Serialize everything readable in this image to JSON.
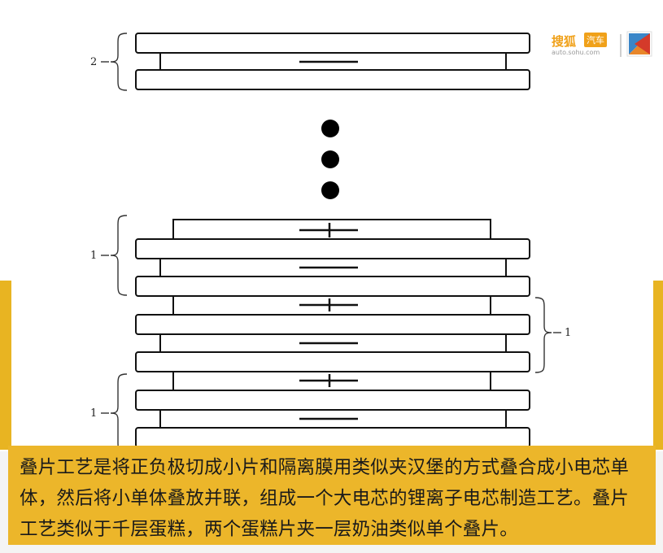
{
  "diagram": {
    "labels": {
      "top_group": "2",
      "group_a": "1",
      "group_b": "1",
      "group_c": "1"
    },
    "symbols": {
      "minus": "—",
      "plus": "+"
    },
    "colors": {
      "stroke": "#111111",
      "dot": "#000000",
      "bracket": "#333333"
    }
  },
  "watermark": {
    "brand": "搜狐",
    "badge": "汽车",
    "url": "auto.sohu.com"
  },
  "caption": {
    "text": "叠片工艺是将正负极切成小片和隔离膜用类似夹汉堡的方式叠合成小电芯单体，然后将小单体叠放并联，组成一个大电芯的锂离子电芯制造工艺。叠片工艺类似于千层蛋糕，两个蛋糕片夹一层奶油类似单个叠片。",
    "background_color": "#ecb62a"
  }
}
